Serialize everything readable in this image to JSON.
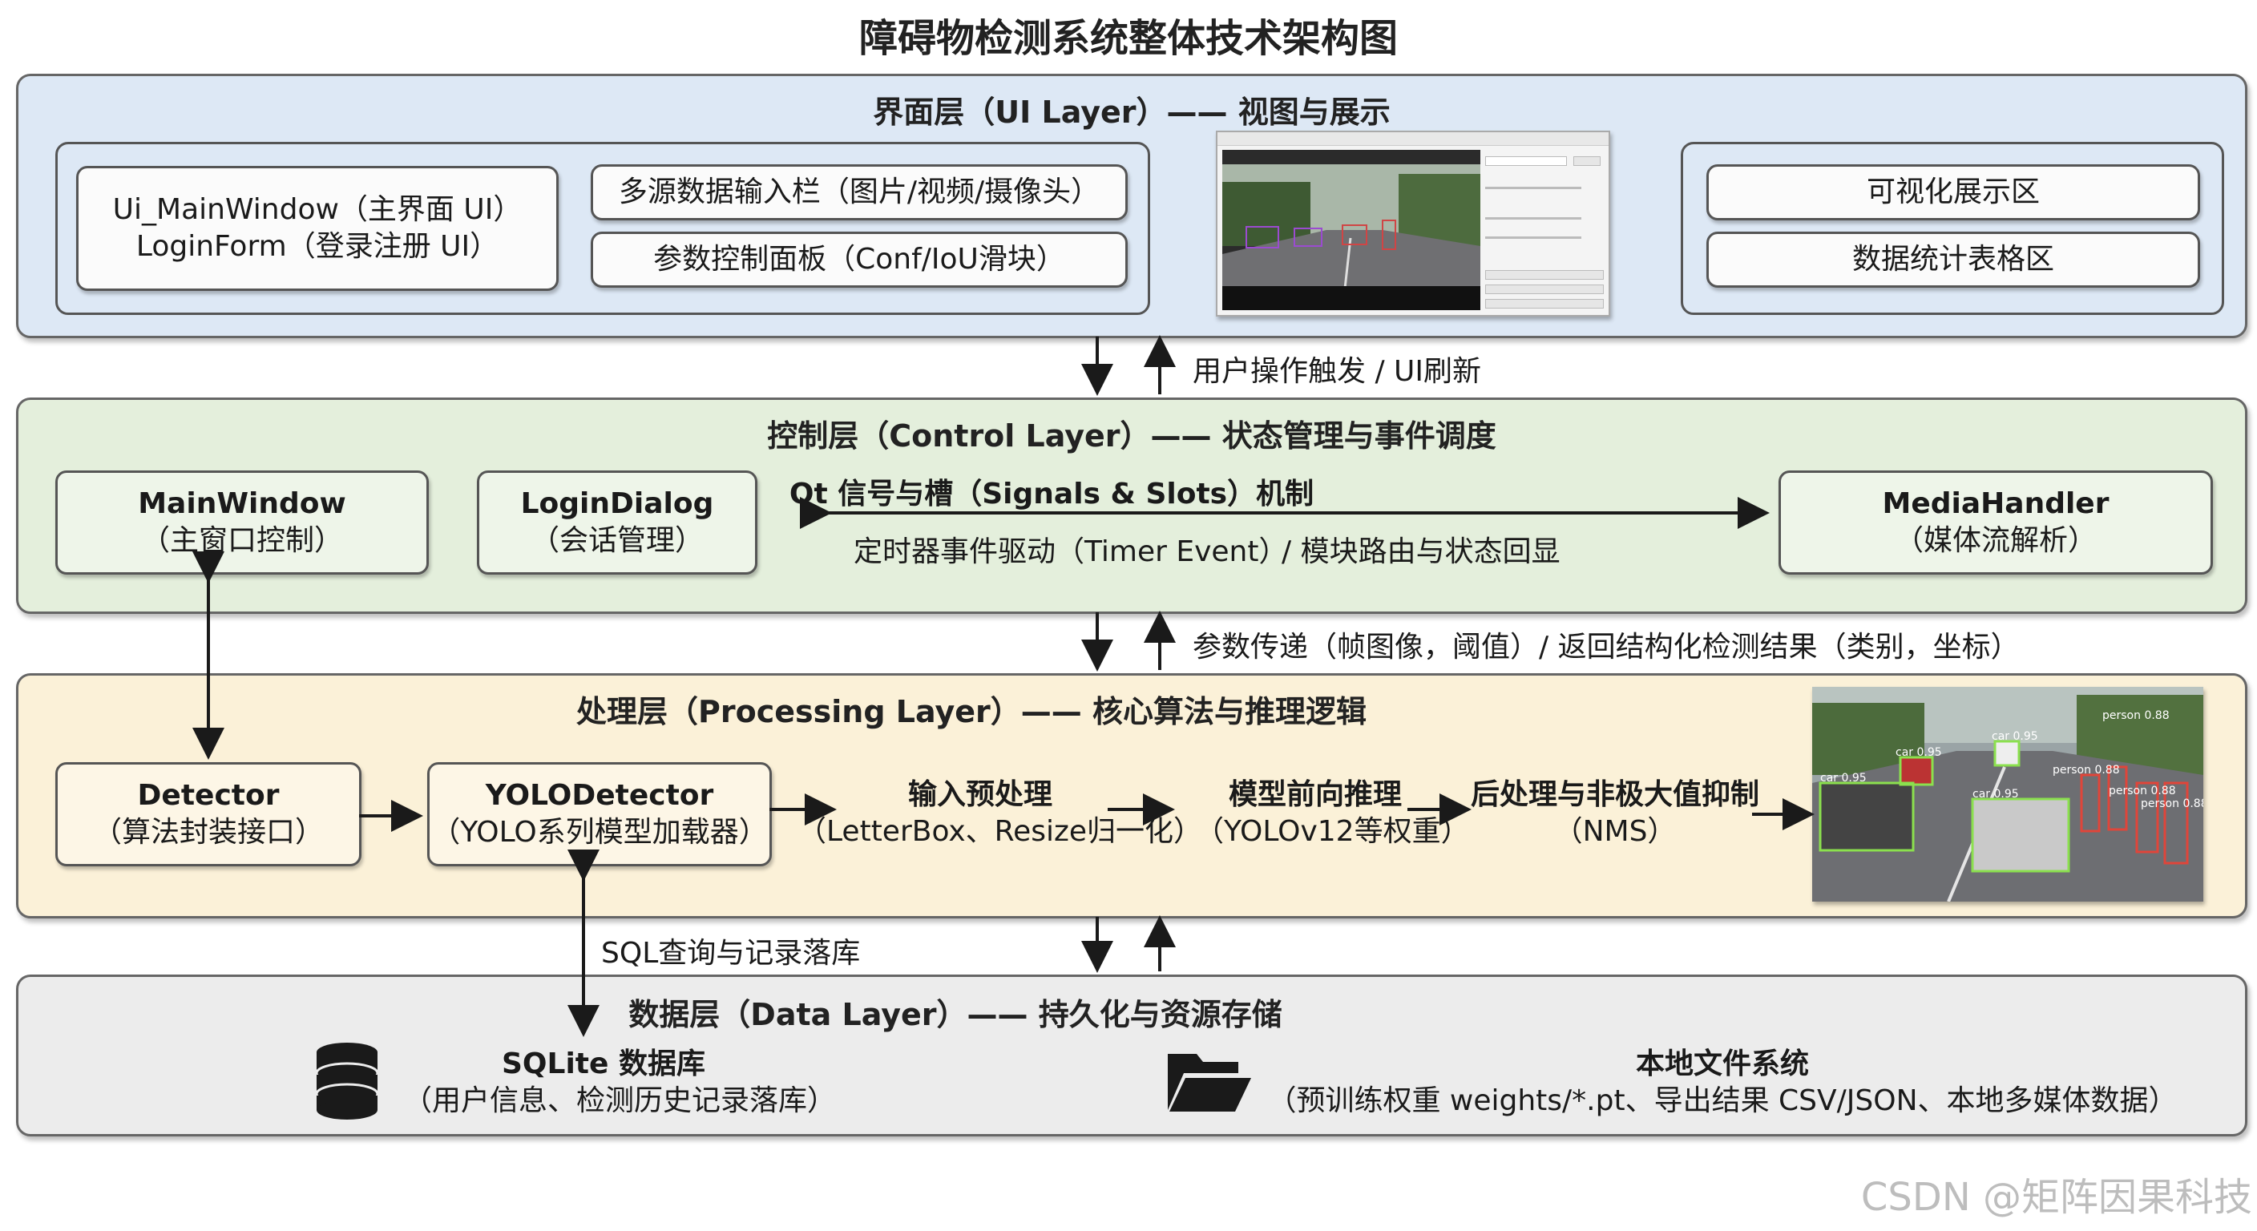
{
  "title": "障碍物检测系统整体技术架构图",
  "ui_layer": {
    "title": "界面层（UI Layer）—— 视图与展示",
    "main_window_line1": "Ui_MainWindow（主界面 UI）",
    "main_window_line2": "LoginForm（登录注册 UI）",
    "input_bar": "多源数据输入栏（图片/视频/摄像头）",
    "param_panel": "参数控制面板（Conf/IoU滑块）",
    "viz_area": "可视化展示区",
    "table_area": "数据统计表格区"
  },
  "ui_ctrl_link": "用户操作触发 / UI刷新",
  "control_layer": {
    "title": "控制层（Control Layer）—— 状态管理与事件调度",
    "mainwindow_name": "MainWindow",
    "mainwindow_desc": "（主窗口控制）",
    "login_name": "LoginDialog",
    "login_desc": "（会话管理）",
    "signals": "Qt 信号与槽（Signals & Slots）机制",
    "timer": "定时器事件驱动（Timer Event）",
    "routing": "/ 模块路由与状态回显",
    "media_name": "MediaHandler",
    "media_desc": "（媒体流解析）"
  },
  "ctrl_proc_link": "参数传递（帧图像，阈值）/ 返回结构化检测结果（类别，坐标）",
  "processing_layer": {
    "title": "处理层（Processing Layer）—— 核心算法与推理逻辑",
    "detector_name": "Detector",
    "detector_desc": "（算法封装接口）",
    "yolo_name": "YOLODetector",
    "yolo_desc": "（YOLO系列模型加载器）",
    "pre_name": "输入预处理",
    "pre_desc": "（LetterBox、Resize归一化）",
    "infer_name": "模型前向推理",
    "infer_desc": "（YOLOv12等权重）",
    "post_name": "后处理与非极大值抑制",
    "post_desc": "（NMS）"
  },
  "sql_link": "SQL查询与记录落库",
  "data_layer": {
    "title": "数据层（Data Layer）—— 持久化与资源存储",
    "sqlite_name": "SQLite 数据库",
    "sqlite_desc": "（用户信息、检测历史记录落库）",
    "fs_name": "本地文件系统",
    "fs_desc": "（预训练权重 weights/*.pt、导出结果 CSV/JSON、本地多媒体数据）"
  },
  "detections": [
    "car 0.95",
    "car 0.95",
    "car 0.95",
    "car 0.95",
    "person 0.88",
    "person 0.88",
    "person 0.88",
    "person 0.88"
  ],
  "watermark": "CSDN @矩阵因果科技",
  "colors": {
    "ui_bg": "#dde8f5",
    "control_bg": "#e4efdc",
    "processing_bg": "#fbf1d8",
    "data_bg": "#ececec",
    "car_box": "#8be04e",
    "person_box": "#e0453a",
    "label_purple": "#6b3fd9"
  }
}
